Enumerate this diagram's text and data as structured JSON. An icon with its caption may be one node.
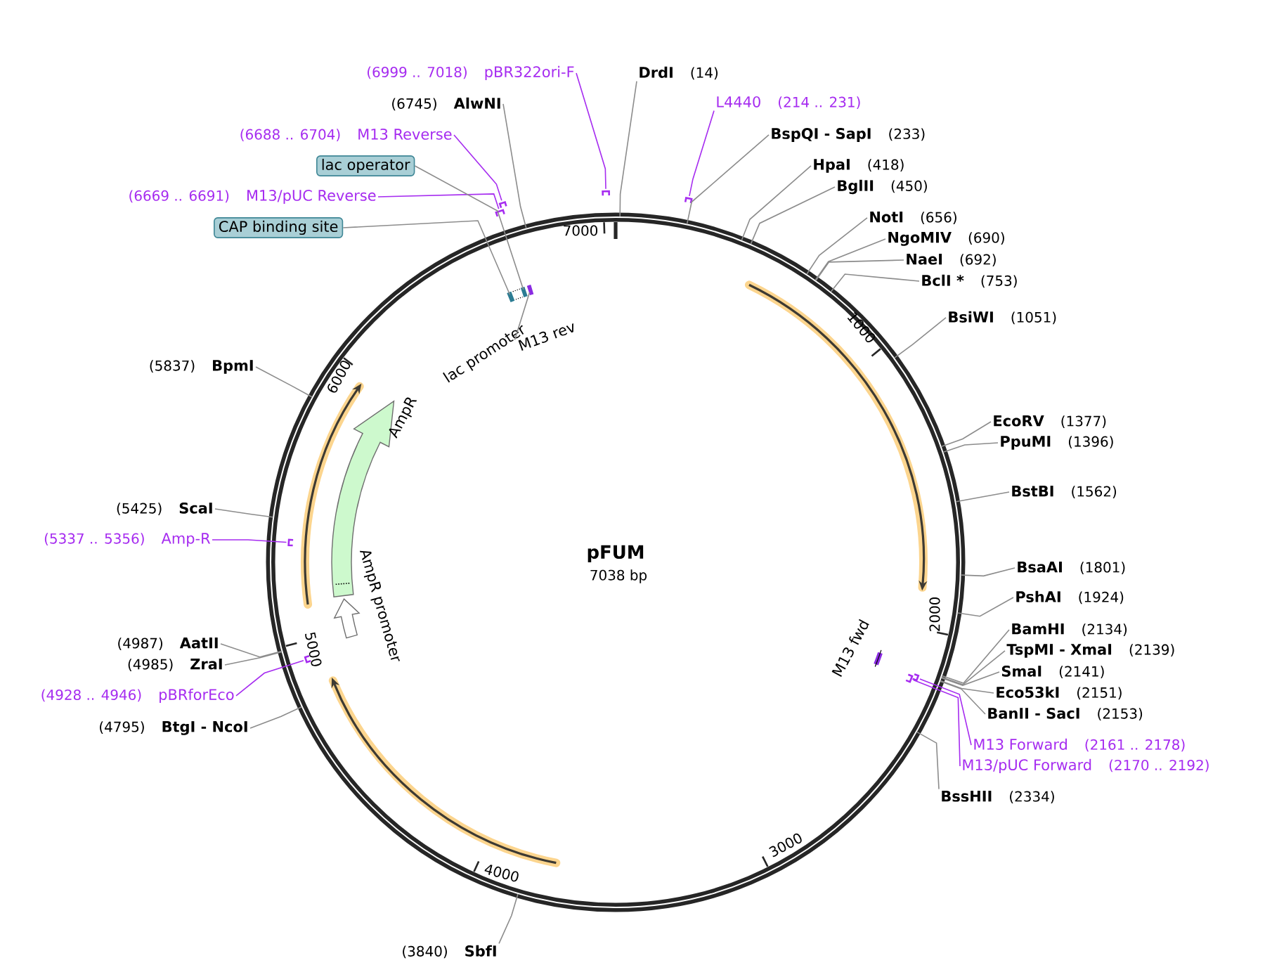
{
  "diagram": {
    "title": "pFUM",
    "nodes": [
      {
        "text": [
          "DrdI",
          "(14)"
        ]
      },
      {
        "text": [
          "L4440",
          "(214 .. 231)"
        ]
      },
      {
        "text": [
          "BspQI - SapI",
          "(233)"
        ]
      },
      {
        "text": [
          "HpaI",
          "(418)"
        ]
      },
      {
        "text": [
          "BglII",
          "(450)"
        ]
      },
      {
        "text": [
          "NotI",
          "(656)"
        ]
      },
      {
        "text": [
          "NgoMIV",
          "(690)"
        ]
      },
      {
        "text": [
          "NaeI",
          "(692)"
        ]
      },
      {
        "text": [
          "BclI *",
          "(753)"
        ]
      },
      {
        "text": [
          "BsiWI",
          "(1051)"
        ]
      },
      {
        "text": [
          "EcoRV",
          "(1377)"
        ]
      },
      {
        "text": [
          "PpuMI",
          "(1396)"
        ]
      },
      {
        "text": [
          "BstBI",
          "(1562)"
        ]
      },
      {
        "text": [
          "BsaAI",
          "(1801)"
        ]
      },
      {
        "text": [
          "PshAI",
          "(1924)"
        ]
      },
      {
        "text": [
          "BamHI",
          "(2134)"
        ]
      },
      {
        "text": [
          "TspMI - XmaI",
          "(2139)"
        ]
      },
      {
        "text": [
          "SmaI",
          "(2141)"
        ]
      },
      {
        "text": [
          "Eco53kI",
          "(2151)"
        ]
      },
      {
        "text": [
          "BanII - SacI",
          "(2153)"
        ]
      },
      {
        "text": [
          "M13 Forward",
          "(2161 .. 2178)"
        ]
      },
      {
        "text": [
          "M13/pUC Forward",
          "(2170 .. 2192)"
        ]
      },
      {
        "text": [
          "BssHII",
          "(2334)"
        ]
      },
      {
        "text": [
          "(3840)",
          "SbfI"
        ]
      },
      {
        "text": [
          "(4795)",
          "BtgI - NcoI"
        ]
      },
      {
        "text": [
          "(4928 .. 4946)",
          "pBRforEco"
        ]
      },
      {
        "text": [
          "(4985)",
          "ZraI"
        ]
      },
      {
        "text": [
          "(4987)",
          "AatII"
        ]
      },
      {
        "text": [
          "(5337 .. 5356)",
          "Amp-R"
        ]
      },
      {
        "text": [
          "(5425)",
          "ScaI"
        ]
      },
      {
        "text": [
          "(5837)",
          "BpmI"
        ]
      },
      {
        "text": [
          "CAP binding site"
        ]
      },
      {
        "text": [
          "(6669 .. 6691)",
          "M13/pUC Reverse"
        ]
      },
      {
        "text": [
          "lac operator"
        ]
      },
      {
        "text": [
          "(6688 .. 6704)",
          "M13 Reverse"
        ]
      },
      {
        "text": [
          "(6745)",
          "AlwNI"
        ]
      },
      {
        "text": [
          "(6999 .. 7018)",
          "pBR322ori-F"
        ]
      },
      {
        "text": [
          "M13 rev"
        ]
      },
      {
        "text": [],
        "shape": "bar"
      },
      {
        "text": [],
        "shape": "bar"
      },
      {
        "text": [],
        "shape": "bar"
      },
      {
        "text": [],
        "shape": "bar"
      },
      {
        "text": [],
        "shape": "bar"
      },
      {
        "text": [],
        "shape": "bar"
      },
      {
        "text": [],
        "shape": "bar"
      },
      {
        "text": [],
        "shape": "bar"
      },
      {
        "text": [],
        "shape": "box"
      },
      {
        "text": [],
        "shape": "box"
      },
      {
        "text": [],
        "shape": "box"
      }
    ],
    "edges": [
      {
        "from": 0,
        "to": null,
        "arrow": "none"
      },
      {
        "from": 1,
        "to": 38,
        "arrow": "none",
        "color": "#a62cf0"
      },
      {
        "from": 2,
        "to": null,
        "arrow": "none"
      },
      {
        "from": 3,
        "to": null,
        "arrow": "none"
      },
      {
        "from": 4,
        "to": null,
        "arrow": "none"
      },
      {
        "from": 5,
        "to": null,
        "arrow": "none"
      },
      {
        "from": 6,
        "to": null,
        "arrow": "none"
      },
      {
        "from": 7,
        "to": null,
        "arrow": "none"
      },
      {
        "from": 8,
        "to": null,
        "arrow": "none"
      },
      {
        "from": 9,
        "to": null,
        "arrow": "none"
      },
      {
        "from": 10,
        "to": null,
        "arrow": "none"
      },
      {
        "from": 11,
        "to": null,
        "arrow": "none"
      },
      {
        "from": 12,
        "to": null,
        "arrow": "none"
      },
      {
        "from": 13,
        "to": null,
        "arrow": "none"
      },
      {
        "from": 14,
        "to": null,
        "arrow": "none"
      },
      {
        "from": 15,
        "to": null,
        "arrow": "none"
      },
      {
        "from": 16,
        "to": null,
        "arrow": "none"
      },
      {
        "from": 17,
        "to": null,
        "arrow": "none"
      },
      {
        "from": 18,
        "to": null,
        "arrow": "none"
      },
      {
        "from": 19,
        "to": null,
        "arrow": "none"
      },
      {
        "from": 20,
        "to": 39,
        "arrow": "none",
        "color": "#a62cf0"
      },
      {
        "from": 21,
        "to": 40,
        "arrow": "none",
        "color": "#a62cf0"
      },
      {
        "from": 22,
        "to": null,
        "arrow": "none"
      },
      {
        "from": 23,
        "to": null,
        "arrow": "none"
      },
      {
        "from": 24,
        "to": null,
        "arrow": "none"
      },
      {
        "from": 25,
        "to": 41,
        "arrow": "none",
        "color": "#a62cf0"
      },
      {
        "from": 26,
        "to": null,
        "arrow": "none"
      },
      {
        "from": 27,
        "to": null,
        "arrow": "none"
      },
      {
        "from": 28,
        "to": 42,
        "arrow": "none",
        "color": "#a62cf0"
      },
      {
        "from": 29,
        "to": null,
        "arrow": "none"
      },
      {
        "from": 30,
        "to": null,
        "arrow": "none"
      },
      {
        "from": 31,
        "to": 46,
        "arrow": "none"
      },
      {
        "from": 32,
        "to": 43,
        "arrow": "none",
        "color": "#a62cf0"
      },
      {
        "from": 33,
        "to": 47,
        "arrow": "none"
      },
      {
        "from": 34,
        "to": 44,
        "arrow": "none",
        "color": "#a62cf0"
      },
      {
        "from": 35,
        "to": null,
        "arrow": "none"
      },
      {
        "from": 36,
        "to": 45,
        "arrow": "none",
        "color": "#a62cf0"
      },
      {
        "from": 37,
        "to": 48,
        "arrow": "none"
      }
    ],
    "labels": [
      "7038 bp",
      "1000",
      "2000",
      "3000",
      "4000",
      "5000",
      "6000",
      "7000",
      "lac promoter",
      "AmpR",
      "AmpR promoter",
      "M13 fwd"
    ]
  }
}
